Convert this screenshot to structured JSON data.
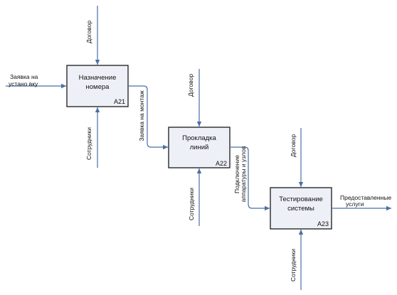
{
  "diagram": {
    "colors": {
      "arrow": "#4a6fa5",
      "box_fill": "#eef0f8",
      "box_stroke": "#1a1a1a"
    },
    "blocks": [
      {
        "id": "A21",
        "title_lines": [
          "Назначение",
          "номера"
        ],
        "code": "A21"
      },
      {
        "id": "A22",
        "title_lines": [
          "Прокладка",
          "линий"
        ],
        "code": "A22"
      },
      {
        "id": "A23",
        "title_lines": [
          "Тестирование",
          "системы"
        ],
        "code": "A23"
      }
    ],
    "arrows": {
      "input_a21": [
        "Заявка на",
        "устано вку"
      ],
      "control_a21": "Договор",
      "mechanism_a21": "Сотрудники",
      "a21_to_a22": "Заявка на монтаж",
      "control_a22": "Договор",
      "mechanism_a22": "Сотрудники",
      "a22_to_a23": [
        "Подключение",
        "аппаратуры и узлов"
      ],
      "control_a23": "Договор",
      "mechanism_a23": "Сотрудники",
      "output_a23": [
        "Предоставленные",
        "услуги"
      ]
    }
  }
}
